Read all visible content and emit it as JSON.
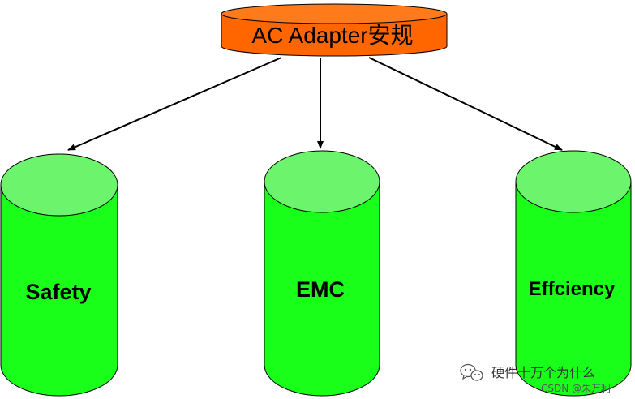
{
  "diagram": {
    "top_node": {
      "label": "AC Adapter安规",
      "fill": "#ff6600",
      "top_fill": "#ff7a1a",
      "stroke": "#000000"
    },
    "children": [
      {
        "label": "Safety"
      },
      {
        "label": "EMC"
      },
      {
        "label": "Effciency"
      }
    ],
    "child_style": {
      "fill": "#1aff1a",
      "top_fill": "#6cf56c",
      "stroke": "#000000"
    },
    "arrow_color": "#000000"
  },
  "watermark": {
    "icon": "wechat-icon",
    "account": "硬件十万个为什么",
    "source": "CSDN @朱万利"
  }
}
